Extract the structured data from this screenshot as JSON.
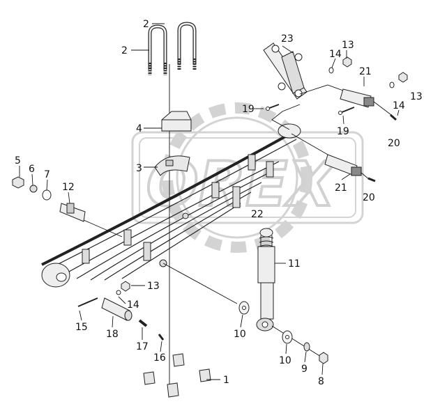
{
  "watermark": {
    "text": "OREX",
    "color": "#d4d4d4"
  },
  "colors": {
    "ink": "#111111",
    "part_fill": "#f2f2f2",
    "part_shade": "#cfcfcf",
    "dark": "#555555"
  },
  "callouts": [
    {
      "id": "c1",
      "text": "1"
    },
    {
      "id": "c2a",
      "text": "2"
    },
    {
      "id": "c2b",
      "text": "2"
    },
    {
      "id": "c3",
      "text": "3"
    },
    {
      "id": "c4",
      "text": "4"
    },
    {
      "id": "c5",
      "text": "5"
    },
    {
      "id": "c6",
      "text": "6"
    },
    {
      "id": "c7",
      "text": "7"
    },
    {
      "id": "c8",
      "text": "8"
    },
    {
      "id": "c9",
      "text": "9"
    },
    {
      "id": "c10a",
      "text": "10"
    },
    {
      "id": "c10b",
      "text": "10"
    },
    {
      "id": "c11",
      "text": "11"
    },
    {
      "id": "c12",
      "text": "12"
    },
    {
      "id": "c13a",
      "text": "13"
    },
    {
      "id": "c13b",
      "text": "13"
    },
    {
      "id": "c13c",
      "text": "13"
    },
    {
      "id": "c14a",
      "text": "14"
    },
    {
      "id": "c14b",
      "text": "14"
    },
    {
      "id": "c14c",
      "text": "14"
    },
    {
      "id": "c15",
      "text": "15"
    },
    {
      "id": "c16",
      "text": "16"
    },
    {
      "id": "c17",
      "text": "17"
    },
    {
      "id": "c18",
      "text": "18"
    },
    {
      "id": "c19a",
      "text": "19"
    },
    {
      "id": "c19b",
      "text": "19"
    },
    {
      "id": "c20a",
      "text": "20"
    },
    {
      "id": "c20b",
      "text": "20"
    },
    {
      "id": "c21a",
      "text": "21"
    },
    {
      "id": "c21b",
      "text": "21"
    },
    {
      "id": "c22",
      "text": "22"
    },
    {
      "id": "c23",
      "text": "23"
    }
  ]
}
